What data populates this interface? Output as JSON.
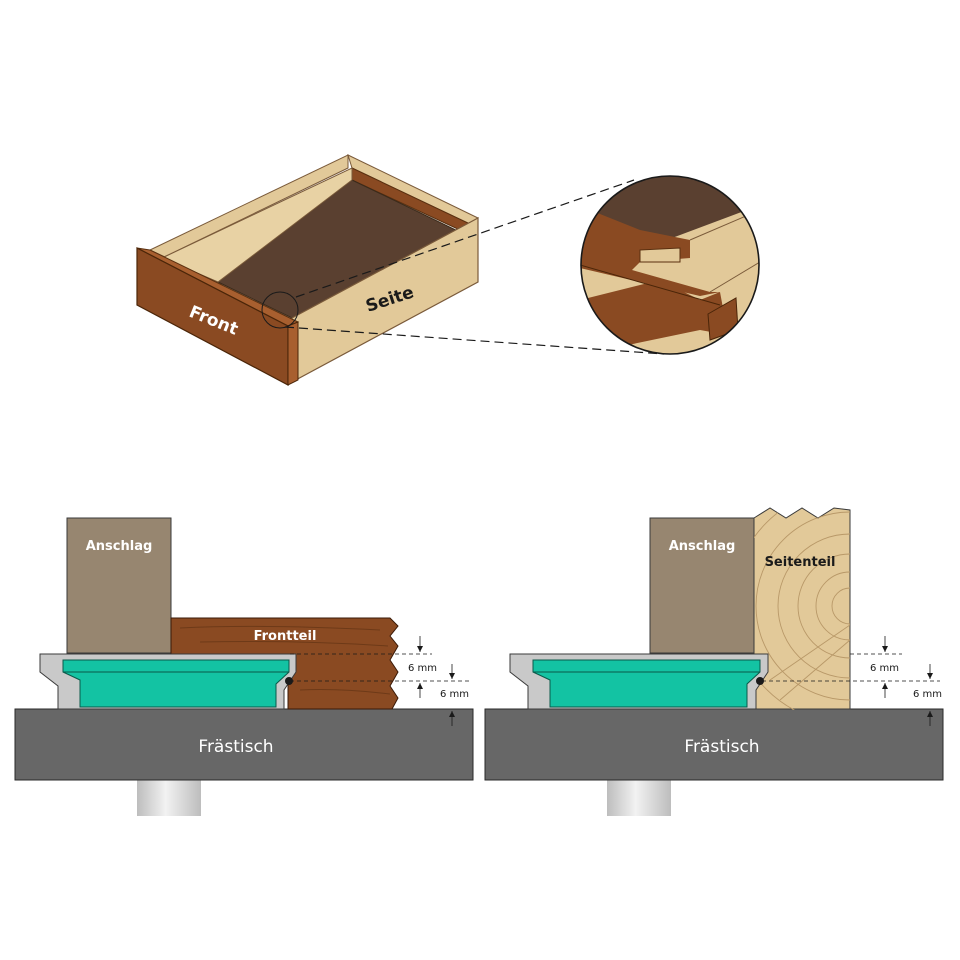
{
  "drawer": {
    "front_label": "Front",
    "side_label": "Seite"
  },
  "left_panel": {
    "fence_label": "Anschlag",
    "workpiece_label": "Frontteil",
    "table_label": "Frästisch",
    "dim_upper": "6 mm",
    "dim_lower": "6 mm"
  },
  "right_panel": {
    "fence_label": "Anschlag",
    "workpiece_label": "Seitenteil",
    "table_label": "Frästisch",
    "dim_upper": "6 mm",
    "dim_lower": "6 mm"
  },
  "colors": {
    "front_wood": "#8a4a22",
    "light_wood": "#e2c999",
    "dark_interior": "#5a4030",
    "fence": "#978670",
    "table": "#676767",
    "cutter": "#13c3a3",
    "collar": "#c9c9c9"
  }
}
